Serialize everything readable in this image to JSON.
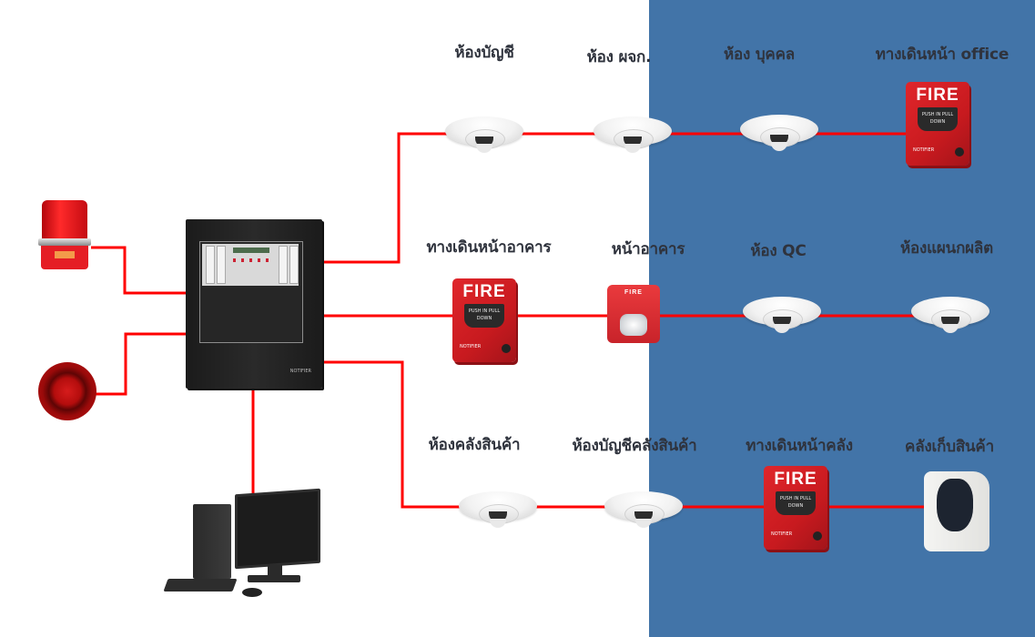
{
  "diagram": {
    "title": "Fire alarm system wiring diagram",
    "wire_color": "#ff0000",
    "background_color": "#ffffff",
    "panel_background_color": "#4274a8",
    "label_color": "#2f333d"
  },
  "central": {
    "control_panel": {
      "name": "Fire alarm control panel",
      "brand": "NOTIFIER"
    },
    "outputs": [
      {
        "id": "beacon",
        "name": "Red rotating warning beacon"
      },
      {
        "id": "horn",
        "name": "Alarm horn / sounder"
      },
      {
        "id": "computer",
        "name": "Monitoring computer"
      }
    ]
  },
  "loops": [
    {
      "id": "loop-1",
      "devices": [
        {
          "label": "ห้องบัญชี",
          "type": "smoke-detector"
        },
        {
          "label": "ห้อง ผจก.",
          "type": "smoke-detector"
        },
        {
          "label": "ห้อง บุคคล",
          "type": "smoke-detector"
        },
        {
          "label": "ทางเดินหน้า office",
          "type": "manual-pull-station"
        }
      ]
    },
    {
      "id": "loop-2",
      "devices": [
        {
          "label": "ทางเดินหน้าอาคาร",
          "type": "manual-pull-station"
        },
        {
          "label": "หน้าอาคาร",
          "type": "horn-strobe"
        },
        {
          "label": "ห้อง QC",
          "type": "smoke-detector"
        },
        {
          "label": "ห้องแผนกผลิต",
          "type": "smoke-detector"
        }
      ]
    },
    {
      "id": "loop-3",
      "devices": [
        {
          "label": "ห้องคลังสินค้า",
          "type": "smoke-detector"
        },
        {
          "label": "ห้องบัญชีคลังสินค้า",
          "type": "smoke-detector"
        },
        {
          "label": "ทางเดินหน้าคลัง",
          "type": "manual-pull-station"
        },
        {
          "label": "คลังเก็บสินค้า",
          "type": "beam-detector"
        }
      ]
    }
  ],
  "device_text": {
    "pull_station_title": "FIRE",
    "pull_station_handle": "PUSH IN PULL DOWN",
    "pull_station_brand": "NOTIFIER",
    "strobe_title": "FIRE",
    "panel_logo": "NOTIFIER"
  }
}
